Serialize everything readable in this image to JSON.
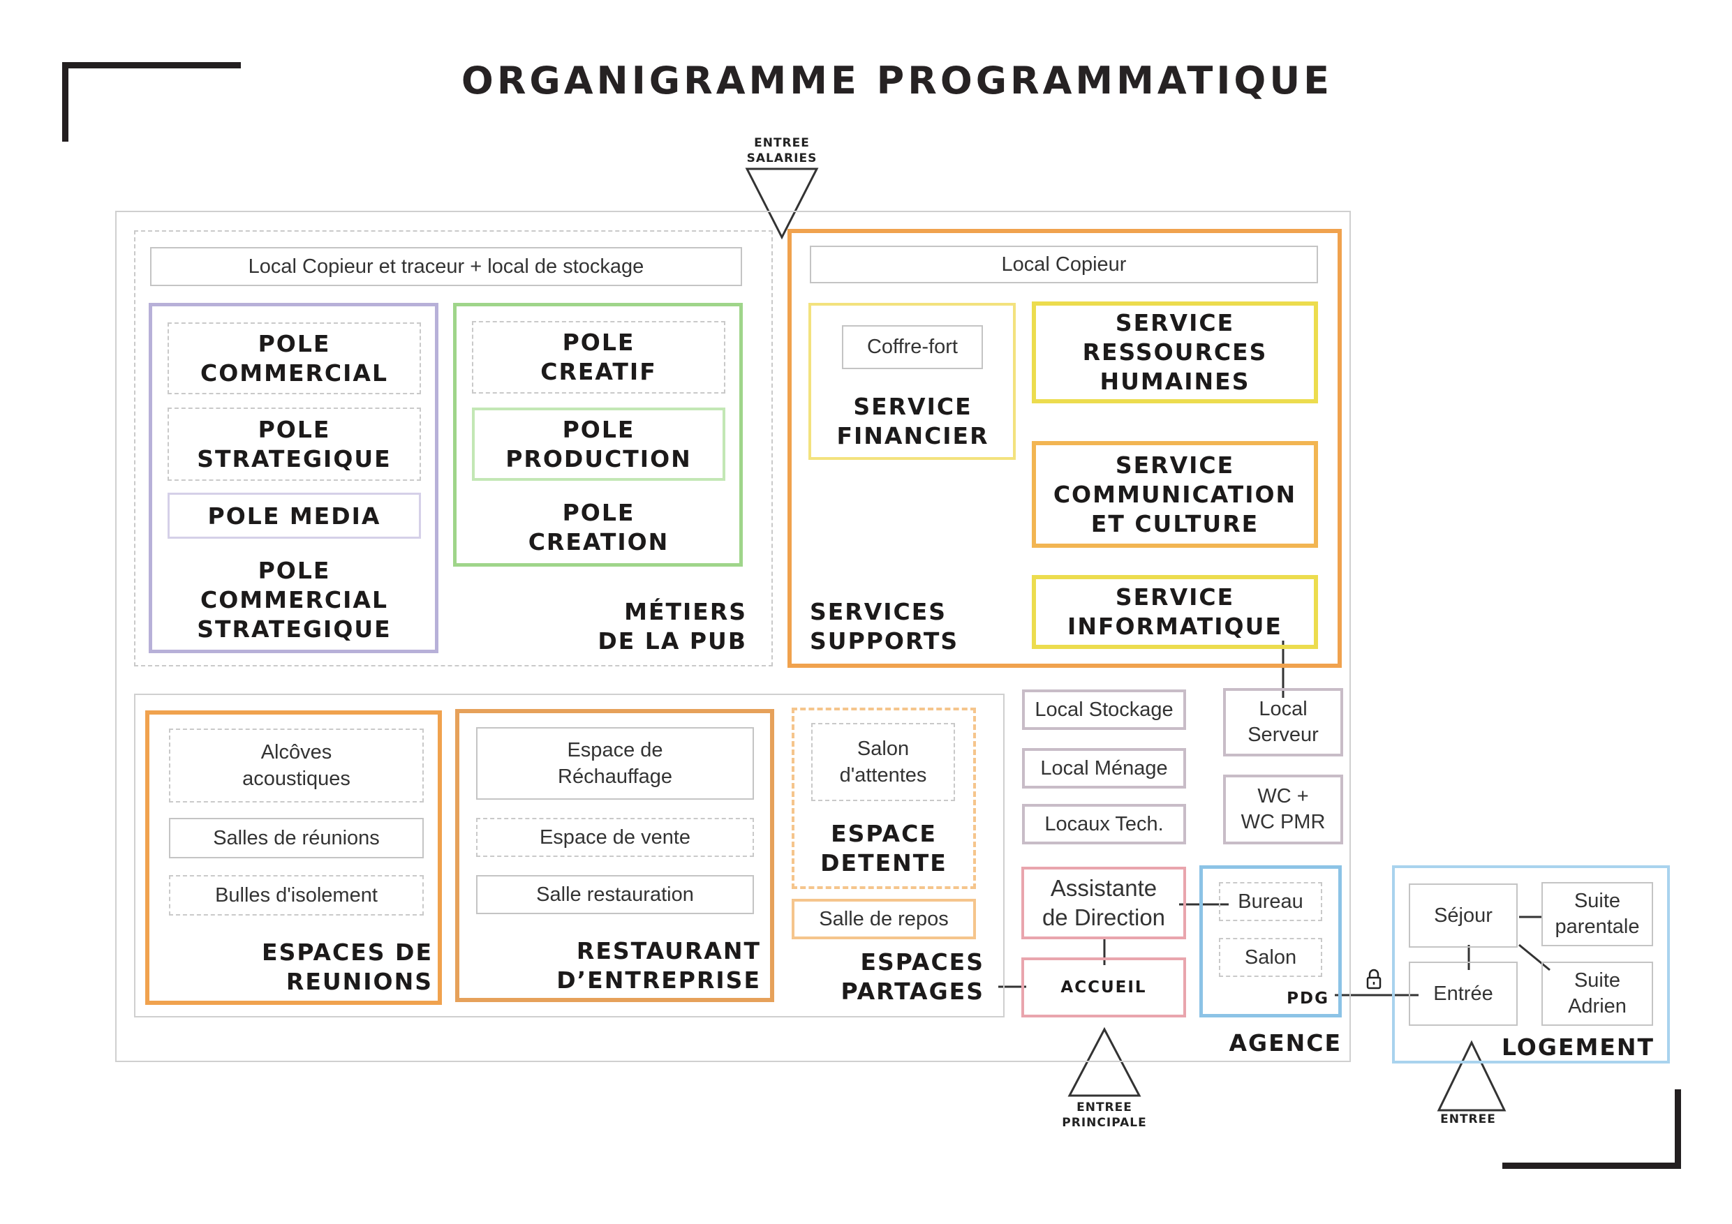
{
  "title": "ORGANIGRAMME PROGRAMMATIQUE",
  "entrances": {
    "salaries": "ENTREE\nSALARIES",
    "principale": "ENTREE\nPRINCIPALE",
    "logement": "ENTREE"
  },
  "metiers": {
    "local": "Local Copieur et traceur + local de stockage",
    "commercial": [
      "POLE\nCOMMERCIAL",
      "POLE\nSTRATEGIQUE",
      "POLE MEDIA"
    ],
    "commercial_group": "POLE\nCOMMERCIAL\nSTRATEGIQUE",
    "creatif": [
      "POLE\nCREATIF",
      "POLE\nPRODUCTION"
    ],
    "creatif_group": "POLE\nCREATION",
    "label": "MÉTIERS\nDE LA PUB"
  },
  "services": {
    "local": "Local Copieur",
    "coffre": "Coffre-fort",
    "financier": "SERVICE\nFINANCIER",
    "rh": "SERVICE\nRESSOURCES\nHUMAINES",
    "communication": "SERVICE\nCOMMUNICATION\nET CULTURE",
    "informatique": "SERVICE\nINFORMATIQUE",
    "label": "SERVICES\nSUPPORTS"
  },
  "partages": {
    "reunions": [
      "Alcôves\nacoustiques",
      "Salles de réunions",
      "Bulles d'isolement"
    ],
    "reunions_label": "ESPACES DE\nREUNIONS",
    "restaurant": [
      "Espace de\nRéchauffage",
      "Espace de vente",
      "Salle restauration"
    ],
    "restaurant_label": "RESTAURANT\nD’ENTREPRISE",
    "salon": "Salon\nd'attentes",
    "detente": "ESPACE\nDETENTE",
    "repos": "Salle de repos",
    "label": "ESPACES\nPARTAGES"
  },
  "technique": {
    "stockage": "Local Stockage",
    "menage": "Local Ménage",
    "locaux": "Locaux Tech.",
    "serveur": "Local\nServeur",
    "wc": "WC +\nWC PMR"
  },
  "agence": {
    "assistante": "Assistante\nde Direction",
    "accueil": "ACCUEIL",
    "bureau": "Bureau",
    "salon": "Salon",
    "pdg": "PDG",
    "label": "AGENCE"
  },
  "logement": {
    "sejour": "Séjour",
    "parentale": "Suite\nparentale",
    "entree": "Entrée",
    "adrien": "Suite\nAdrien",
    "label": "LOGEMENT"
  },
  "icons": [
    "lock-icon",
    "triangle-entrance-icon"
  ],
  "colors": {
    "purple": "#b7b0d8",
    "green": "#9fd58a",
    "orange": "#f0a24e",
    "yellow": "#ecdc4e",
    "pink": "#e9a5ad",
    "blue": "#8cc3e6",
    "mauve": "#c8bcc7"
  }
}
